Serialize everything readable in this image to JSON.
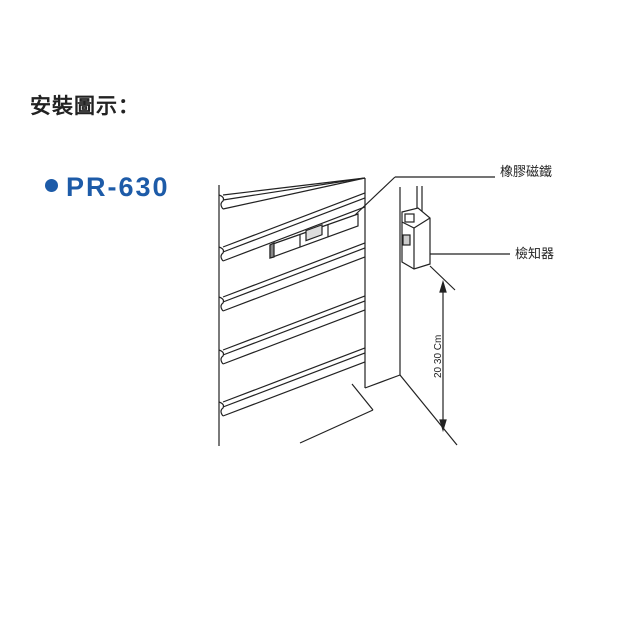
{
  "heading": "安裝圖示：",
  "model": "PR-630",
  "labels": {
    "magnet": "橡膠磁鐵",
    "sensor": "檢知器",
    "dimension": "20  30 Cm"
  },
  "colors": {
    "accent": "#1d5ba8",
    "text": "#222222"
  }
}
